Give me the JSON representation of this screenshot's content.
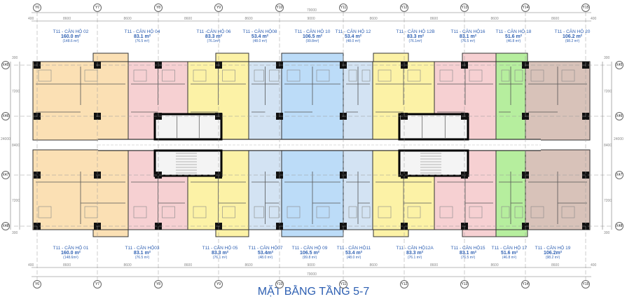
{
  "title": "MẶT BẰNG TẦNG 5-7",
  "grid_axes": {
    "vertical": [
      "Y6",
      "Y7",
      "Y8",
      "Y9",
      "Y10",
      "Y11",
      "Y12",
      "Y13",
      "Y14",
      "Y15"
    ],
    "horizontal": [
      "X45",
      "X46",
      "X47",
      "X48"
    ]
  },
  "dimensions": {
    "overall_width": "79000",
    "bays": [
      "400",
      "8600",
      "8600",
      "8600",
      "8600",
      "9000",
      "8600",
      "8600",
      "8600",
      "8600",
      "400"
    ],
    "overall_depth": "24000",
    "rows": [
      "300",
      "7200",
      "8400",
      "7200",
      "300"
    ]
  },
  "units_top": [
    {
      "name": "T11 - CĂN HỘ 02",
      "area": "160.0 m²",
      "net": "(148.6 m²)",
      "color": "#fbe0b4"
    },
    {
      "name": "T11 - CĂN HỘ 04",
      "area": "83.1 m²",
      "net": "(76.5 m²)",
      "color": "#f6d0d2"
    },
    {
      "name": "T11 -CĂN HỘ 06",
      "area": "83.3 m²",
      "net": "(76.1m²)",
      "color": "#fcf2a6"
    },
    {
      "name": "T11 - CĂN HỘ08",
      "area": "53.4 m²",
      "net": "(48.0 m²)",
      "color": "#d3e3f3"
    },
    {
      "name": "T11 - CĂN HỘ 10",
      "area": "106.5 m²",
      "net": "(99.8m²)",
      "color": "#bcdcf8"
    },
    {
      "name": "T11 - CĂN HỘ 12",
      "area": "53.4 m²",
      "net": "(48.0 m²)",
      "color": "#d3e3f3"
    },
    {
      "name": "T11 - CĂN HỘ 12B",
      "area": "83.3 m²",
      "net": "(76.1m²)",
      "color": "#fcf2a6"
    },
    {
      "name": "T11 - CĂN HỘ16",
      "area": "83.1 m²",
      "net": "(76.5 m²)",
      "color": "#f6d0d2"
    },
    {
      "name": "T11 - CĂN HỘ 18",
      "area": "51.6 m²",
      "net": "(46.8 m²)",
      "color": "#b6ee9e"
    },
    {
      "name": "T11 - CĂN HỘ 20",
      "area": "106.2 m²",
      "net": "(98.2 m²)",
      "color": "#d8c2b9"
    }
  ],
  "units_bottom": [
    {
      "name": "T11 - CĂN HỘ 01",
      "area": "160.0 m²",
      "net": "(148.6m²)",
      "color": "#fbe0b4"
    },
    {
      "name": "T11 - CĂN HỘ03",
      "area": "83.1 m²",
      "net": "(76.5 m²)",
      "color": "#f6d0d2"
    },
    {
      "name": "T11 - CĂN HỘ 05",
      "area": "83.3 m²",
      "net": "(76.1 m²)",
      "color": "#fcf2a6"
    },
    {
      "name": "T11 - CĂN HỘ07",
      "area": "53.4m²",
      "net": "(48.0 m²)",
      "color": "#d3e3f3"
    },
    {
      "name": "T11 - CĂN HỘ 09",
      "area": "106.5 m²",
      "net": "(99.8 m²)",
      "color": "#bcdcf8"
    },
    {
      "name": "T11 - CĂN HỘ11",
      "area": "53.4 m²",
      "net": "(48.0 m²)",
      "color": "#d3e3f3"
    },
    {
      "name": "T11 - CĂN HỘ12A",
      "area": "83.3 m²",
      "net": "(76.1 m²)",
      "color": "#fcf2a6"
    },
    {
      "name": "T11 - CĂN HỘ15",
      "area": "83.1 m²",
      "net": "(76.5 m²)",
      "color": "#f6d0d2"
    },
    {
      "name": "T11 - CĂN HỘ 17",
      "area": "51.6 m²",
      "net": "(46.8 m²)",
      "color": "#b6ee9e"
    },
    {
      "name": "T11 - CĂN HỘ 19",
      "area": "106.2m²",
      "net": "(98.2 m²)",
      "color": "#d8c2b9"
    }
  ]
}
